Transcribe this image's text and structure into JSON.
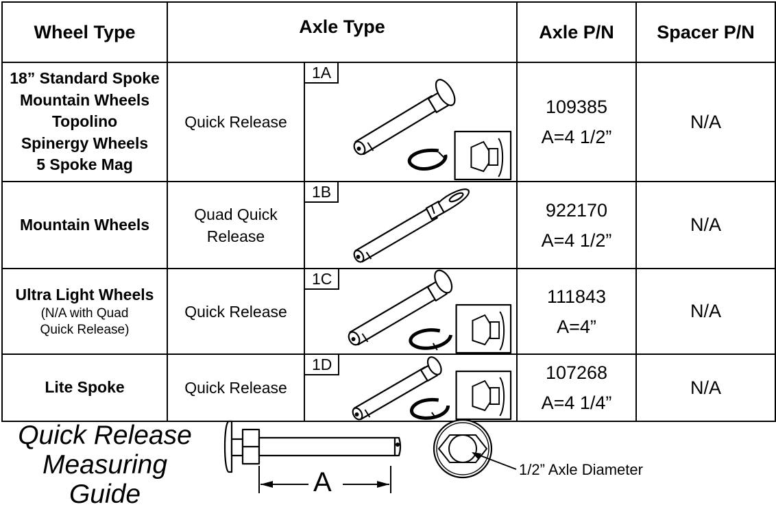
{
  "headers": {
    "wheel_type": "Wheel Type",
    "axle_type": "Axle Type",
    "axle_pn": "Axle P/N",
    "spacer_pn": "Spacer P/N"
  },
  "rows": [
    {
      "wheel_type": [
        "18” Standard Spoke",
        "Mountain Wheels",
        "Topolino",
        "Spinergy Wheels",
        "5 Spoke Mag"
      ],
      "release": [
        "Quick Release"
      ],
      "tag": "1A",
      "axle_pn": "109385",
      "axle_length": "A=4 1/2”",
      "spacer_pn": "N/A"
    },
    {
      "wheel_type": [
        "Mountain Wheels"
      ],
      "release": [
        "Quad Quick",
        "Release"
      ],
      "tag": "1B",
      "axle_pn": "922170",
      "axle_length": "A=4 1/2”",
      "spacer_pn": "N/A"
    },
    {
      "wheel_type": [
        "Ultra Light Wheels"
      ],
      "wheel_type_note": [
        "(N/A with Quad",
        "Quick Release)"
      ],
      "release": [
        "Quick Release"
      ],
      "tag": "1C",
      "axle_pn": "111843",
      "axle_length": "A=4”",
      "spacer_pn": "N/A"
    },
    {
      "wheel_type": [
        "Lite Spoke"
      ],
      "release": [
        "Quick Release"
      ],
      "tag": "1D",
      "axle_pn": "107268",
      "axle_length": "A=4 1/4”",
      "spacer_pn": "N/A"
    }
  ],
  "guide": {
    "title": [
      "Quick Release",
      "Measuring Guide"
    ],
    "dimension_letter": "A",
    "diameter_label": "1/2” Axle Diameter"
  }
}
